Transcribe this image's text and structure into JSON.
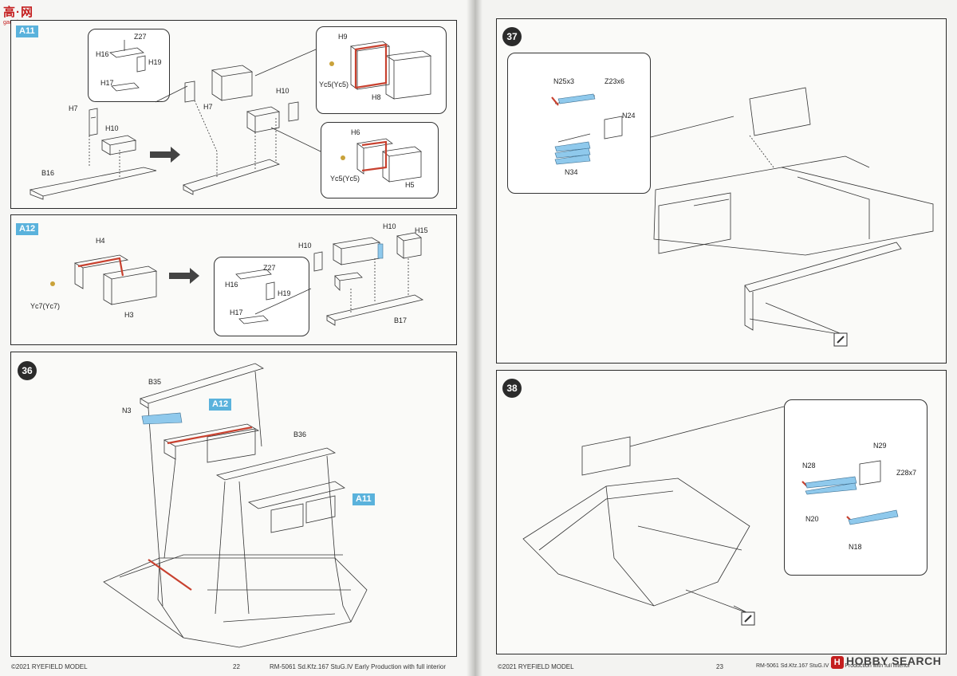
{
  "watermark_left": {
    "brand": "高·网",
    "url": "gao.shou.com"
  },
  "watermark_right": {
    "badge": "H",
    "text": "HOBBY SEARCH"
  },
  "panel_a11": {
    "tag": "A11",
    "labels": {
      "z27": "Z27",
      "h16": "H16",
      "h19": "H19",
      "h17": "H17",
      "h7a": "H7",
      "h10a": "H10",
      "b16": "B16",
      "h7b": "H7",
      "h10b": "H10",
      "h9": "H9",
      "yc5a": "Yc5(Yc5)",
      "h8": "H8",
      "h6": "H6",
      "yc5b": "Yc5(Yc5)",
      "h5": "H5"
    }
  },
  "panel_a12": {
    "tag": "A12",
    "labels": {
      "h4": "H4",
      "yc7": "Yc7(Yc7)",
      "h3": "H3",
      "z27": "Z27",
      "h16": "H16",
      "h19": "H19",
      "h17": "H17",
      "h10a": "H10",
      "h10b": "H10",
      "h15": "H15",
      "b17": "B17"
    }
  },
  "step36": {
    "number": "36",
    "labels": {
      "b35": "B35",
      "n3": "N3",
      "a12": "A12",
      "b36": "B36",
      "a11": "A11"
    }
  },
  "step37": {
    "number": "37",
    "labels": {
      "n25": "N25x3",
      "z23": "Z23x6",
      "n24": "N24",
      "n34": "N34"
    }
  },
  "step38": {
    "number": "38",
    "labels": {
      "n29": "N29",
      "n28": "N28",
      "z28": "Z28x7",
      "n20": "N20",
      "n18": "N18"
    }
  },
  "footer_left": {
    "copyright": "©2021 RYEFIELD MODEL",
    "page": "22",
    "title": "RM-5061 Sd.Kfz.167 StuG.IV Early Production with full interior"
  },
  "footer_right": {
    "copyright": "©2021 RYEFIELD MODEL",
    "page": "23",
    "title": "RM-5061 Sd.Kfz.167 StuG.IV Early Production with full interior"
  },
  "colors": {
    "accent_blue": "#5ab2dc",
    "highlight_red": "#c8412f",
    "part_blue": "#8fc9ec"
  },
  "icons": [
    "paint-icon",
    "arrow-right-icon",
    "pin-icon"
  ]
}
